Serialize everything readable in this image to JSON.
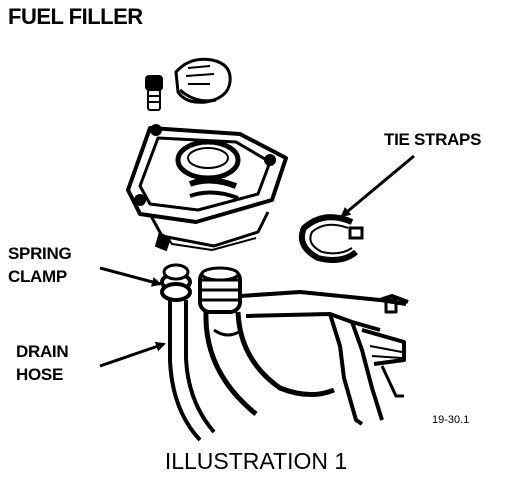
{
  "title": "FUEL FILLER",
  "labels": {
    "tie_straps": "TIE STRAPS",
    "spring_clamp_line1": "SPRING",
    "spring_clamp_line2": "CLAMP",
    "drain_hose_line1": "DRAIN",
    "drain_hose_line2": "HOSE"
  },
  "figure_code": "19-30.1",
  "caption": "ILLUSTRATION 1",
  "colors": {
    "ink": "#000000",
    "paper": "#ffffff"
  }
}
